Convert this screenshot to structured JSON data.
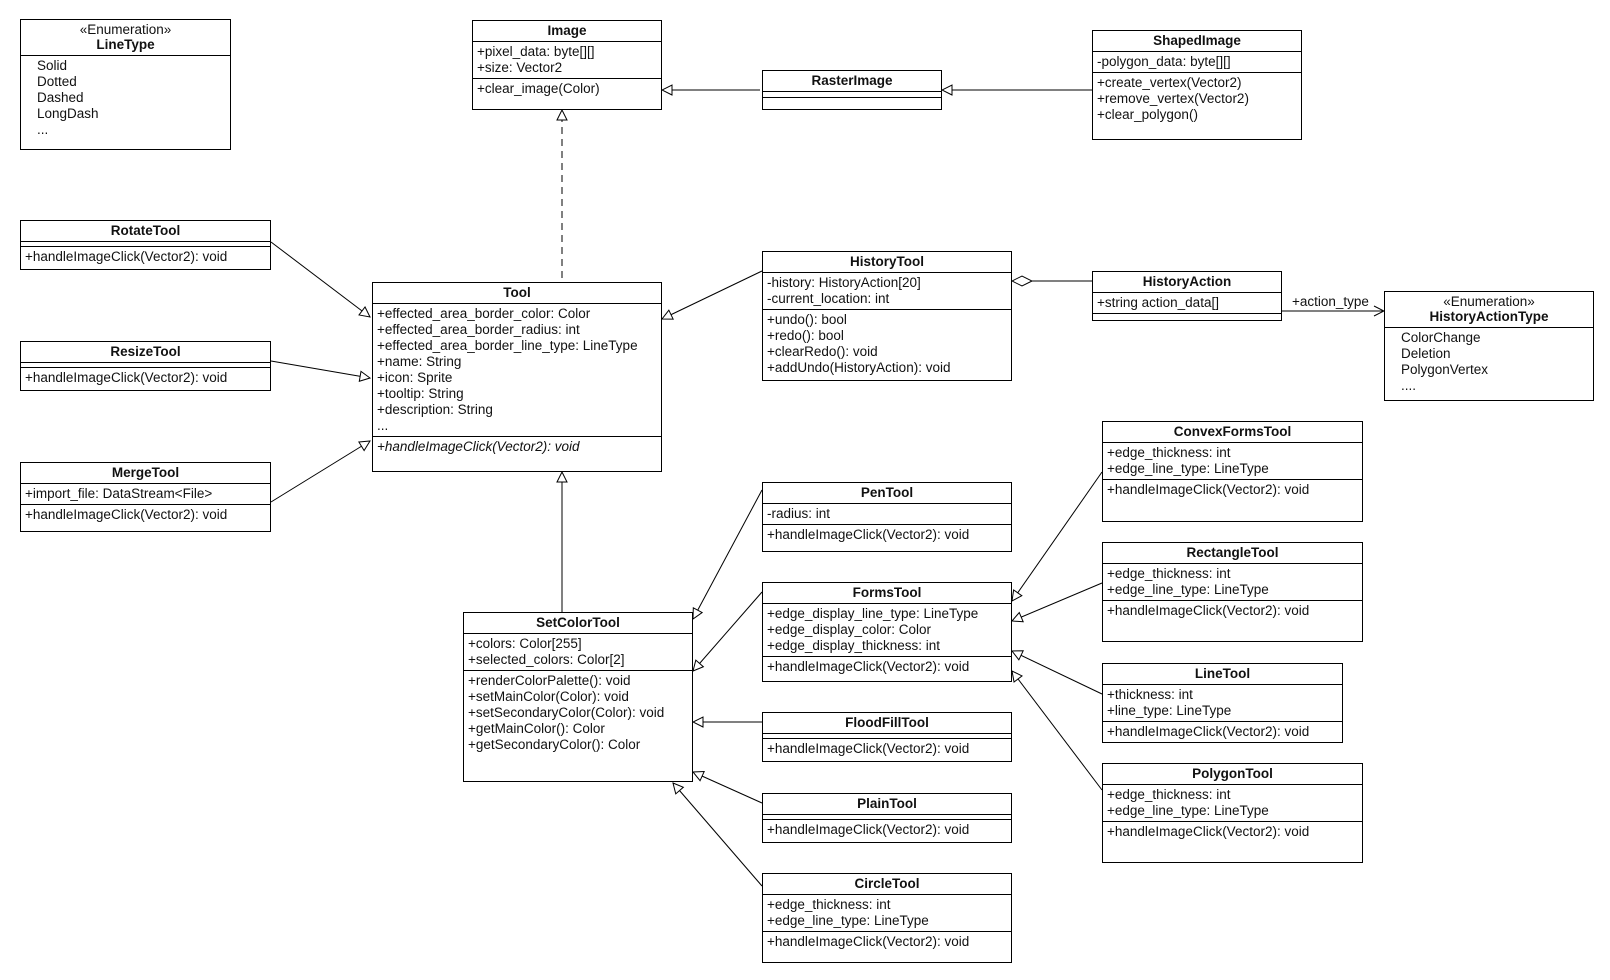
{
  "classes": {
    "linetype": {
      "stereotype": "«Enumeration»",
      "name": "LineType",
      "literals": [
        "Solid",
        "Dotted",
        "Dashed",
        "LongDash",
        "..."
      ]
    },
    "image": {
      "name": "Image",
      "attributes": [
        "+pixel_data: byte[][]",
        "+size: Vector2"
      ],
      "operations": [
        "+clear_image(Color)"
      ]
    },
    "rasterimage": {
      "name": "RasterImage"
    },
    "shapedimage": {
      "name": "ShapedImage",
      "attributes": [
        "-polygon_data: byte[][]"
      ],
      "operations": [
        "+create_vertex(Vector2)",
        "+remove_vertex(Vector2)",
        "+clear_polygon()"
      ]
    },
    "rotatetool": {
      "name": "RotateTool",
      "operations": [
        "+handleImageClick(Vector2): void"
      ]
    },
    "resizetool": {
      "name": "ResizeTool",
      "operations": [
        "+handleImageClick(Vector2): void"
      ]
    },
    "mergetool": {
      "name": "MergeTool",
      "attributes": [
        "+import_file: DataStream<File>"
      ],
      "operations": [
        "+handleImageClick(Vector2): void"
      ]
    },
    "tool": {
      "name": "Tool",
      "attributes": [
        "+effected_area_border_color: Color",
        "+effected_area_border_radius: int",
        "+effected_area_border_line_type: LineType",
        "+name: String",
        "+icon: Sprite",
        "+tooltip: String",
        "+description: String",
        "..."
      ],
      "operations": [
        "+handleImageClick(Vector2): void"
      ]
    },
    "historytool": {
      "name": "HistoryTool",
      "attributes": [
        "-history: HistoryAction[20]",
        "-current_location: int"
      ],
      "operations": [
        "+undo(): bool",
        "+redo(): bool",
        "+clearRedo(): void",
        "+addUndo(HistoryAction): void"
      ]
    },
    "historyaction": {
      "name": "HistoryAction",
      "attributes": [
        "+string action_data[]"
      ]
    },
    "historyactiontype": {
      "stereotype": "«Enumeration»",
      "name": "HistoryActionType",
      "literals": [
        "ColorChange",
        "Deletion",
        "PolygonVertex",
        "...."
      ]
    },
    "setcolortool": {
      "name": "SetColorTool",
      "attributes": [
        "+colors: Color[255]",
        "+selected_colors: Color[2]"
      ],
      "operations": [
        "+renderColorPalette(): void",
        "+setMainColor(Color): void",
        "+setSecondaryColor(Color): void",
        "+getMainColor(): Color",
        "+getSecondaryColor(): Color"
      ]
    },
    "pentool": {
      "name": "PenTool",
      "attributes": [
        "-radius: int"
      ],
      "operations": [
        "+handleImageClick(Vector2): void"
      ]
    },
    "formstool": {
      "name": "FormsTool",
      "attributes": [
        "+edge_display_line_type: LineType",
        "+edge_display_color: Color",
        "+edge_display_thickness: int"
      ],
      "operations": [
        "+handleImageClick(Vector2): void"
      ]
    },
    "floodfilltool": {
      "name": "FloodFillTool",
      "operations": [
        "+handleImageClick(Vector2): void"
      ]
    },
    "plaintool": {
      "name": "PlainTool",
      "operations": [
        "+handleImageClick(Vector2): void"
      ]
    },
    "circletool": {
      "name": "CircleTool",
      "attributes": [
        "+edge_thickness: int",
        "+edge_line_type: LineType"
      ],
      "operations": [
        "+handleImageClick(Vector2): void"
      ]
    },
    "convexformstool": {
      "name": "ConvexFormsTool",
      "attributes": [
        "+edge_thickness: int",
        "+edge_line_type: LineType"
      ],
      "operations": [
        "+handleImageClick(Vector2): void"
      ]
    },
    "rectangletool": {
      "name": "RectangleTool",
      "attributes": [
        "+edge_thickness: int",
        "+edge_line_type: LineType"
      ],
      "operations": [
        "+handleImageClick(Vector2): void"
      ]
    },
    "linetool": {
      "name": "LineTool",
      "attributes": [
        "+thickness: int",
        "+line_type: LineType"
      ],
      "operations": [
        "+handleImageClick(Vector2): void"
      ]
    },
    "polygontool": {
      "name": "PolygonTool",
      "attributes": [
        "+edge_thickness: int",
        "+edge_line_type: LineType"
      ],
      "operations": [
        "+handleImageClick(Vector2): void"
      ]
    }
  },
  "associations": {
    "action_type": "+action_type"
  }
}
